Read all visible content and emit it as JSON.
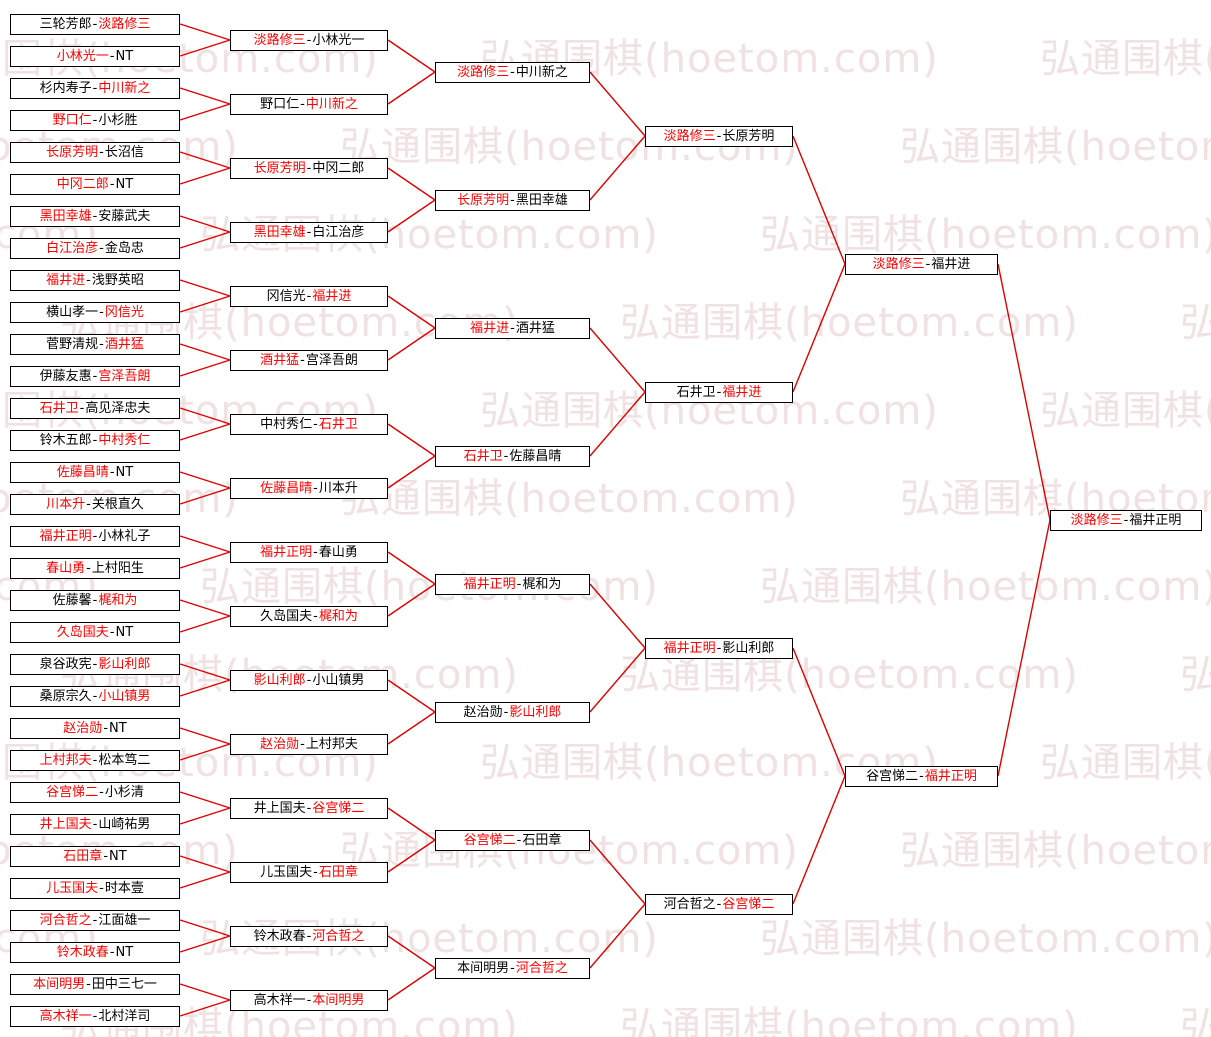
{
  "watermark": {
    "text": "弘通围棋(hoetom.com)",
    "color": "#f0e2e2"
  },
  "bracket": {
    "separator": "-",
    "colors": {
      "winner": "#ff0000",
      "loser": "#000000",
      "line": "#dd0000",
      "box_border": "#000000",
      "box_background": "#ffffff"
    },
    "rounds": [
      {
        "name": "round-1",
        "matches": [
          {
            "players": [
              "三轮芳郎",
              "淡路修三"
            ],
            "winner": 1
          },
          {
            "players": [
              "小林光一",
              "NT"
            ],
            "winner": 0
          },
          {
            "players": [
              "杉内寿子",
              "中川新之"
            ],
            "winner": 1
          },
          {
            "players": [
              "野口仁",
              "小杉胜"
            ],
            "winner": 0
          },
          {
            "players": [
              "长原芳明",
              "长沼信"
            ],
            "winner": 0
          },
          {
            "players": [
              "中冈二郎",
              "NT"
            ],
            "winner": 0
          },
          {
            "players": [
              "黑田幸雄",
              "安藤武夫"
            ],
            "winner": 0
          },
          {
            "players": [
              "白江治彦",
              "金岛忠"
            ],
            "winner": 0
          },
          {
            "players": [
              "福井进",
              "浅野英昭"
            ],
            "winner": 0
          },
          {
            "players": [
              "横山孝一",
              "冈信光"
            ],
            "winner": 1
          },
          {
            "players": [
              "菅野清规",
              "酒井猛"
            ],
            "winner": 1
          },
          {
            "players": [
              "伊藤友惠",
              "宫泽吾朗"
            ],
            "winner": 1
          },
          {
            "players": [
              "石井卫",
              "高见泽忠夫"
            ],
            "winner": 0
          },
          {
            "players": [
              "铃木五郎",
              "中村秀仁"
            ],
            "winner": 1
          },
          {
            "players": [
              "佐藤昌晴",
              "NT"
            ],
            "winner": 0
          },
          {
            "players": [
              "川本升",
              "关根直久"
            ],
            "winner": 0
          },
          {
            "players": [
              "福井正明",
              "小林礼子"
            ],
            "winner": 0
          },
          {
            "players": [
              "春山勇",
              "上村阳生"
            ],
            "winner": 0
          },
          {
            "players": [
              "佐藤馨",
              "梶和为"
            ],
            "winner": 1
          },
          {
            "players": [
              "久岛国夫",
              "NT"
            ],
            "winner": 0
          },
          {
            "players": [
              "泉谷政宪",
              "影山利郎"
            ],
            "winner": 1
          },
          {
            "players": [
              "桑原宗久",
              "小山镇男"
            ],
            "winner": 1
          },
          {
            "players": [
              "赵治勋",
              "NT"
            ],
            "winner": 0
          },
          {
            "players": [
              "上村邦夫",
              "松本笃二"
            ],
            "winner": 0
          },
          {
            "players": [
              "谷宫悌二",
              "小杉清"
            ],
            "winner": 0
          },
          {
            "players": [
              "井上国夫",
              "山崎祐男"
            ],
            "winner": 0
          },
          {
            "players": [
              "石田章",
              "NT"
            ],
            "winner": 0
          },
          {
            "players": [
              "儿玉国夫",
              "时本壹"
            ],
            "winner": 0
          },
          {
            "players": [
              "河合哲之",
              "江面雄一"
            ],
            "winner": 0
          },
          {
            "players": [
              "铃木政春",
              "NT"
            ],
            "winner": 0
          },
          {
            "players": [
              "本间明男",
              "田中三七一"
            ],
            "winner": 0
          },
          {
            "players": [
              "高木祥一",
              "北村洋司"
            ],
            "winner": 0
          }
        ]
      },
      {
        "name": "round-2",
        "matches": [
          {
            "players": [
              "淡路修三",
              "小林光一"
            ],
            "winner": 0
          },
          {
            "players": [
              "野口仁",
              "中川新之"
            ],
            "winner": 1
          },
          {
            "players": [
              "长原芳明",
              "中冈二郎"
            ],
            "winner": 0
          },
          {
            "players": [
              "黑田幸雄",
              "白江治彦"
            ],
            "winner": 0
          },
          {
            "players": [
              "冈信光",
              "福井进"
            ],
            "winner": 1
          },
          {
            "players": [
              "酒井猛",
              "宫泽吾朗"
            ],
            "winner": 0
          },
          {
            "players": [
              "中村秀仁",
              "石井卫"
            ],
            "winner": 1
          },
          {
            "players": [
              "佐藤昌晴",
              "川本升"
            ],
            "winner": 0
          },
          {
            "players": [
              "福井正明",
              "春山勇"
            ],
            "winner": 0
          },
          {
            "players": [
              "久岛国夫",
              "梶和为"
            ],
            "winner": 1
          },
          {
            "players": [
              "影山利郎",
              "小山镇男"
            ],
            "winner": 0
          },
          {
            "players": [
              "赵治勋",
              "上村邦夫"
            ],
            "winner": 0
          },
          {
            "players": [
              "井上国夫",
              "谷宫悌二"
            ],
            "winner": 1
          },
          {
            "players": [
              "儿玉国夫",
              "石田章"
            ],
            "winner": 1
          },
          {
            "players": [
              "铃木政春",
              "河合哲之"
            ],
            "winner": 1
          },
          {
            "players": [
              "高木祥一",
              "本间明男"
            ],
            "winner": 1
          }
        ]
      },
      {
        "name": "round-3",
        "matches": [
          {
            "players": [
              "淡路修三",
              "中川新之"
            ],
            "winner": 0
          },
          {
            "players": [
              "长原芳明",
              "黑田幸雄"
            ],
            "winner": 0
          },
          {
            "players": [
              "福井进",
              "酒井猛"
            ],
            "winner": 0
          },
          {
            "players": [
              "石井卫",
              "佐藤昌晴"
            ],
            "winner": 0
          },
          {
            "players": [
              "福井正明",
              "梶和为"
            ],
            "winner": 0
          },
          {
            "players": [
              "赵治勋",
              "影山利郎"
            ],
            "winner": 1
          },
          {
            "players": [
              "谷宫悌二",
              "石田章"
            ],
            "winner": 0
          },
          {
            "players": [
              "本间明男",
              "河合哲之"
            ],
            "winner": 1
          }
        ]
      },
      {
        "name": "quarterfinal",
        "matches": [
          {
            "players": [
              "淡路修三",
              "长原芳明"
            ],
            "winner": 0
          },
          {
            "players": [
              "石井卫",
              "福井进"
            ],
            "winner": 1
          },
          {
            "players": [
              "福井正明",
              "影山利郎"
            ],
            "winner": 0
          },
          {
            "players": [
              "河合哲之",
              "谷宫悌二"
            ],
            "winner": 1
          }
        ]
      },
      {
        "name": "semifinal",
        "matches": [
          {
            "players": [
              "淡路修三",
              "福井进"
            ],
            "winner": 0
          },
          {
            "players": [
              "谷宫悌二",
              "福井正明"
            ],
            "winner": 1
          }
        ]
      },
      {
        "name": "final",
        "matches": [
          {
            "players": [
              "淡路修三",
              "福井正明"
            ],
            "winner": 0
          }
        ]
      }
    ]
  }
}
